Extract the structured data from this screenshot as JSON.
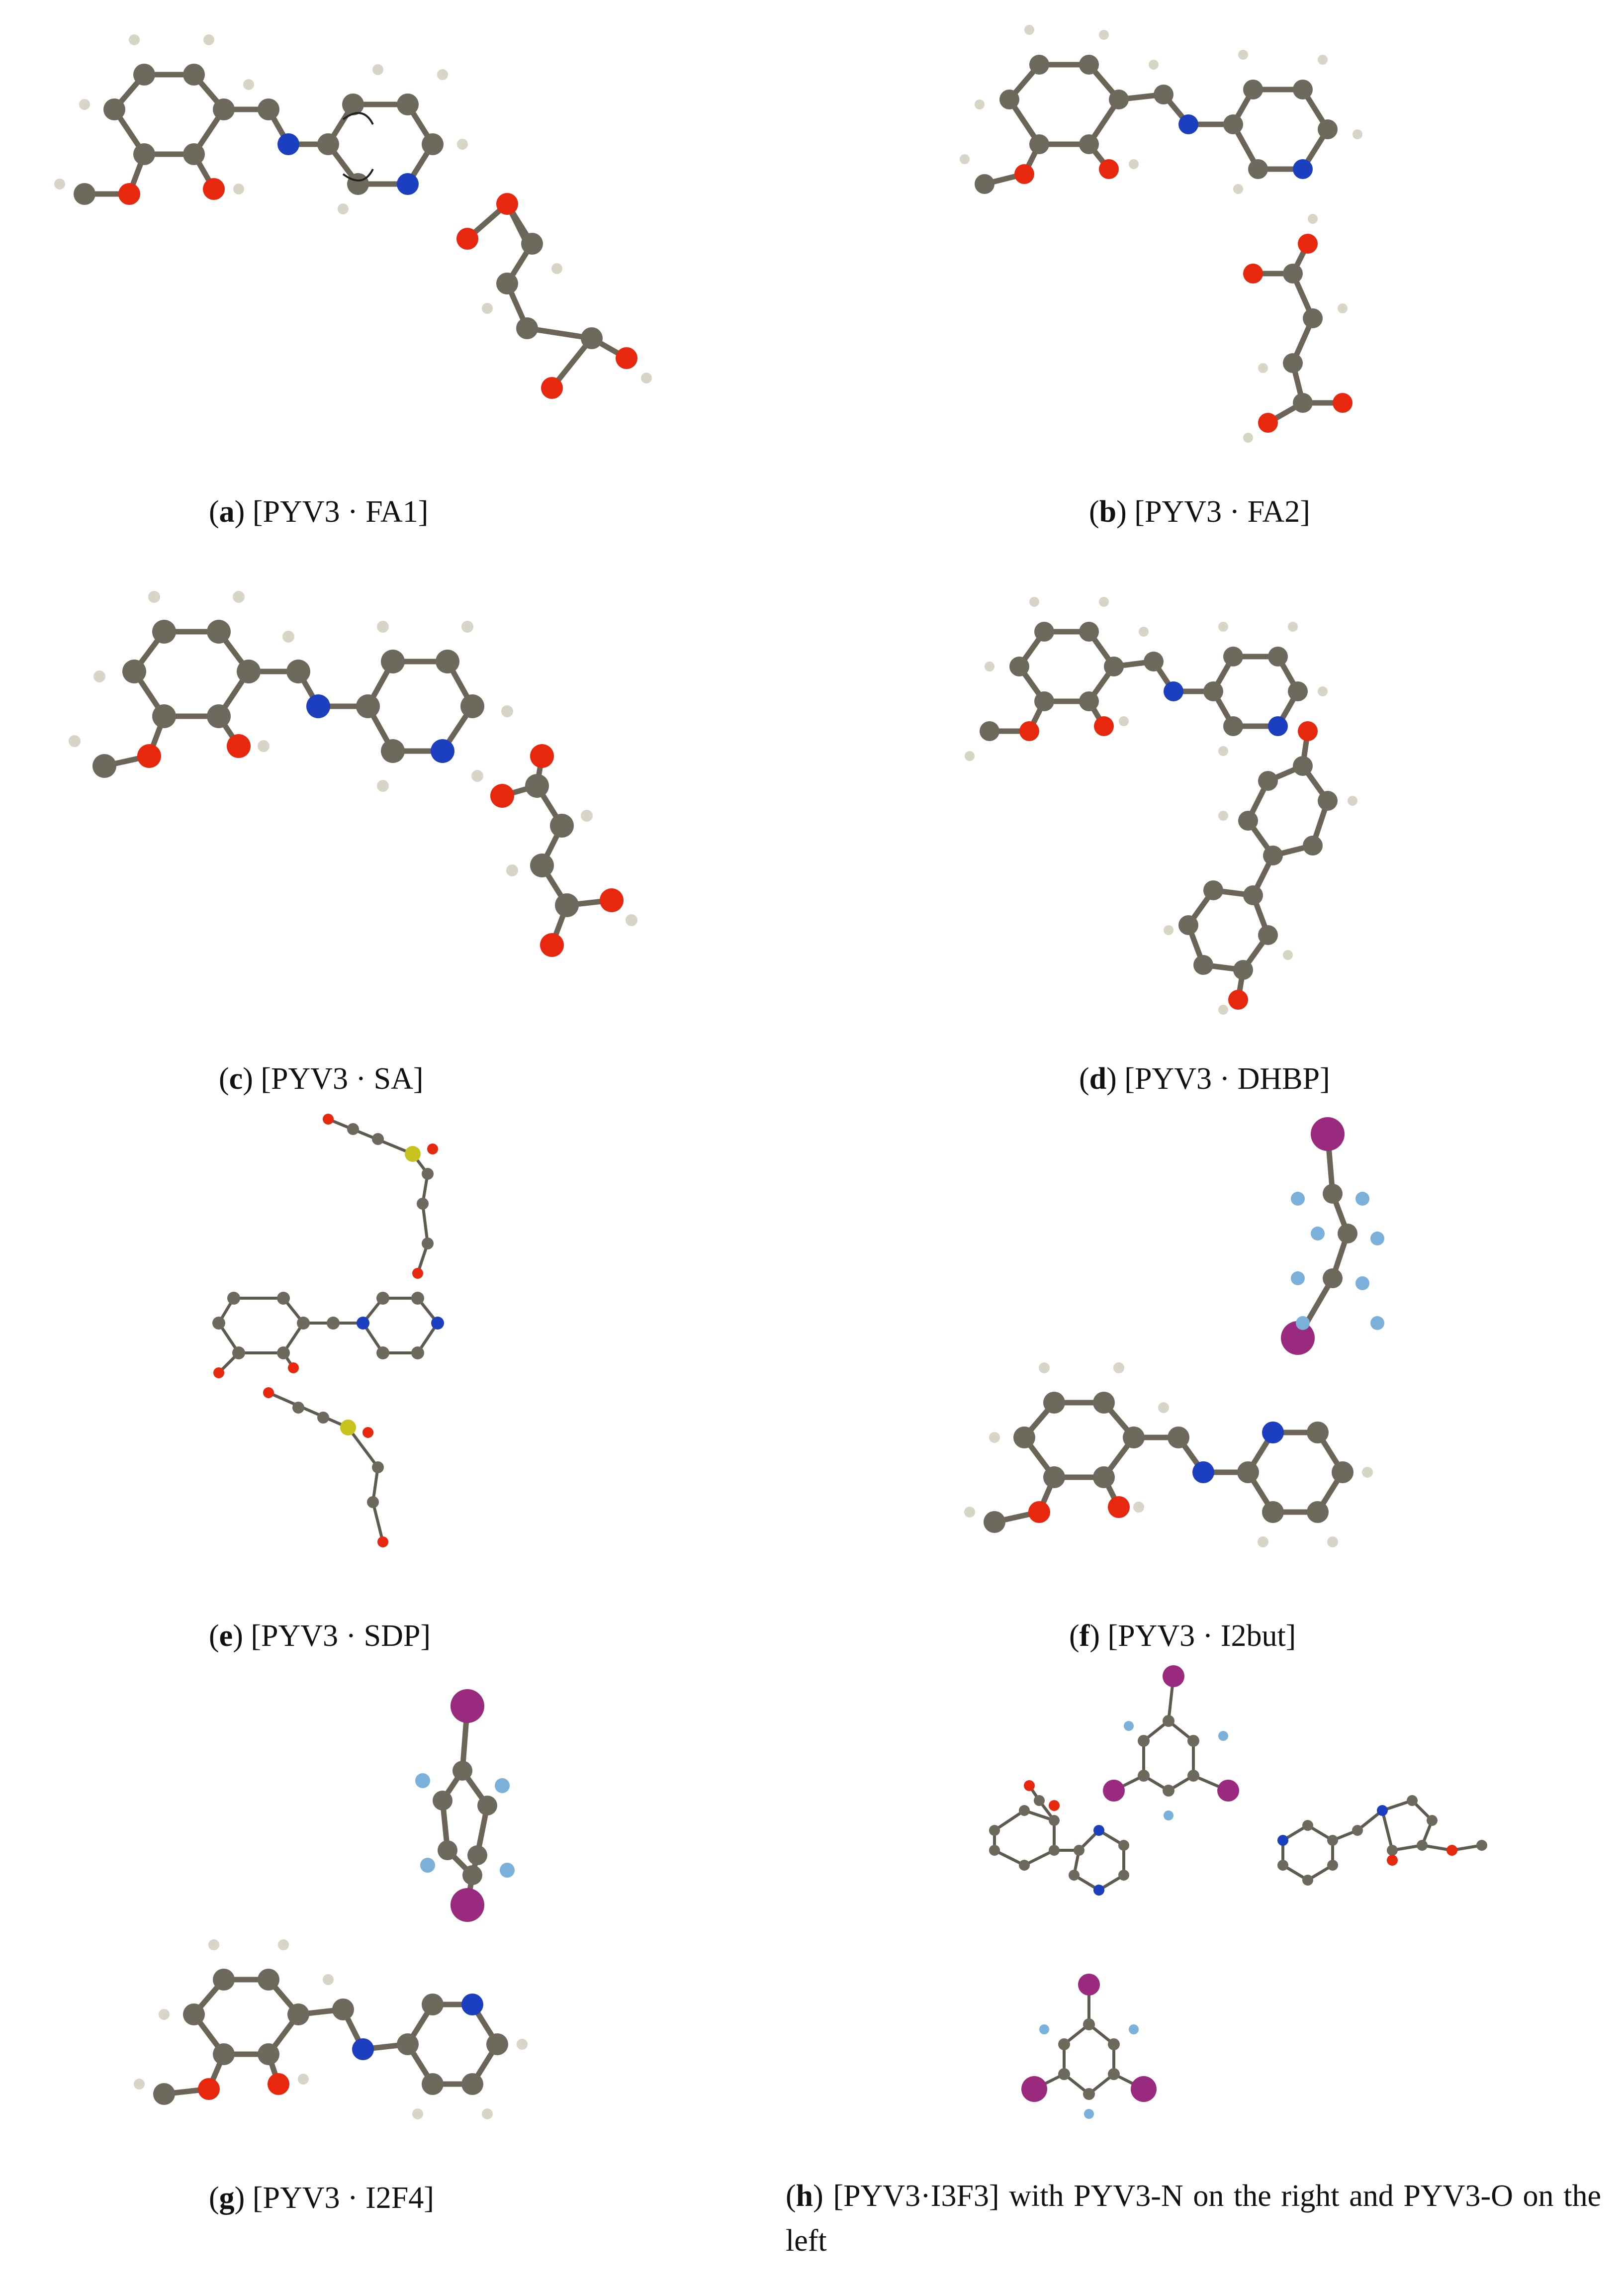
{
  "colors": {
    "carbon": "#6e695d",
    "oxygen": "#e8270f",
    "nitrogen": "#1c3fbf",
    "hydrogen": "#d8d4c6",
    "iodine": "#9a2a7e",
    "fluorine": "#7ab0d9",
    "sulfur": "#c8c21e"
  },
  "panels": [
    {
      "letter": "a",
      "caption": "[PYV3 · FA1]"
    },
    {
      "letter": "b",
      "caption": "[PYV3 · FA2]"
    },
    {
      "letter": "c",
      "caption": "[PYV3 · SA]"
    },
    {
      "letter": "d",
      "caption": "[PYV3 · DHBP]"
    },
    {
      "letter": "e",
      "caption": "[PYV3 · SDP]"
    },
    {
      "letter": "f",
      "caption": "[PYV3 · I2but]"
    },
    {
      "letter": "g",
      "caption": "[PYV3 · I2F4]"
    },
    {
      "letter": "h",
      "caption": "[PYV3·I3F3] with PYV3-N on the right and PYV3-O on the left"
    }
  ]
}
